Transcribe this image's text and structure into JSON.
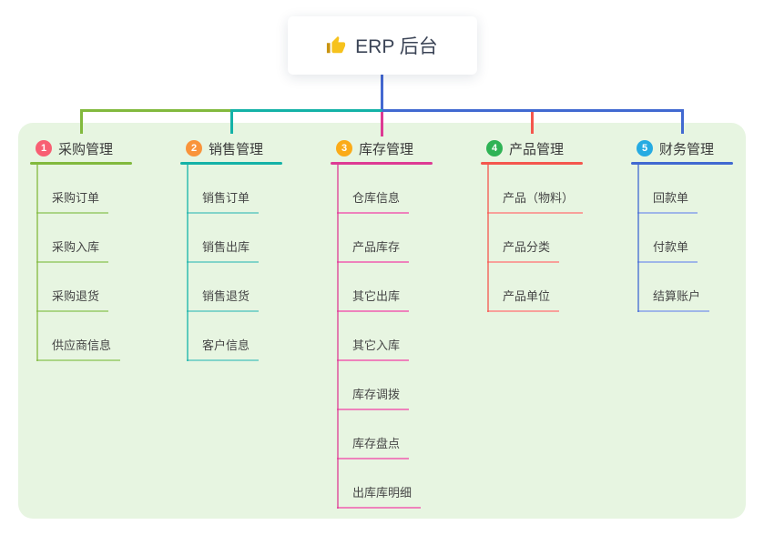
{
  "root": {
    "icon": "thumbs-up",
    "title": "ERP 后台",
    "line_color": "#4468d1"
  },
  "colors": {
    "page_bg": "#ffffff",
    "panel_bg": "#e7f5e1",
    "root_text": "#3b4456",
    "thumb_yellow": "#f6c21d"
  },
  "branches": [
    {
      "num": "1",
      "label": "采购管理",
      "badge_color": "#f85f73",
      "color": "#82b93d",
      "light_color": "#abd586",
      "items": [
        "采购订单",
        "采购入库",
        "采购退货",
        "供应商信息"
      ]
    },
    {
      "num": "2",
      "label": "销售管理",
      "badge_color": "#f9943b",
      "color": "#14b2a7",
      "light_color": "#82d4c9",
      "items": [
        "销售订单",
        "销售出库",
        "销售退货",
        "客户信息"
      ]
    },
    {
      "num": "3",
      "label": "库存管理",
      "badge_color": "#fbab18",
      "color": "#dd3a93",
      "light_color": "#ee82bc",
      "items": [
        "仓库信息",
        "产品库存",
        "其它出库",
        "其它入库",
        "库存调拨",
        "库存盘点",
        "出库库明细"
      ]
    },
    {
      "num": "4",
      "label": "产品管理",
      "badge_color": "#2fb355",
      "color": "#f4564d",
      "light_color": "#f8a09a",
      "items": [
        "产品（物料）",
        "产品分类",
        "产品单位"
      ]
    },
    {
      "num": "5",
      "label": "财务管理",
      "badge_color": "#26abe2",
      "color": "#4169d1",
      "light_color": "#9fb6e8",
      "items": [
        "回款单",
        "付款单",
        "结算账户"
      ]
    }
  ]
}
